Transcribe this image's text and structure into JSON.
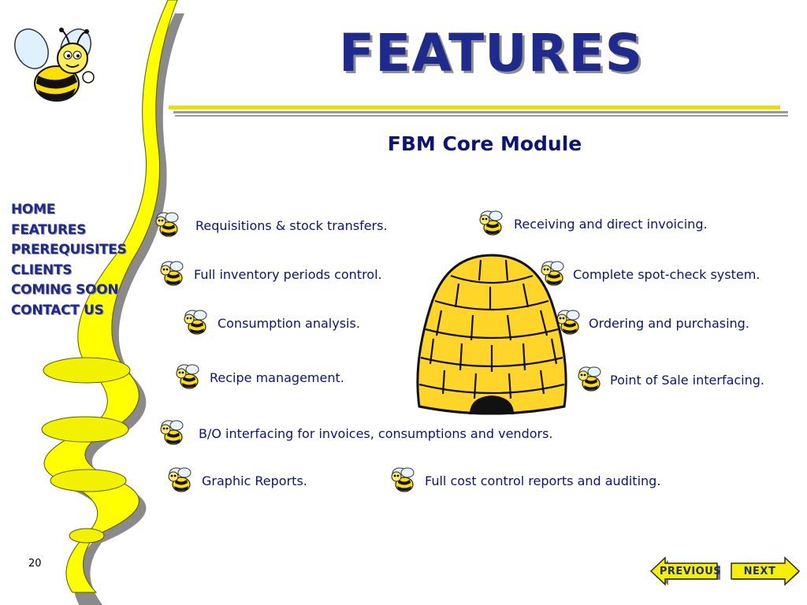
{
  "header": {
    "title": "FEATURES"
  },
  "subtitle": "FBM Core Module",
  "nav": {
    "items": [
      {
        "label": "HOME"
      },
      {
        "label": "FEATURES"
      },
      {
        "label": "PREREQUISITES"
      },
      {
        "label": "CLIENTS"
      },
      {
        "label": "COMING SOON"
      },
      {
        "label": "CONTACT US"
      }
    ]
  },
  "features": [
    {
      "label": "Requisitions & stock transfers."
    },
    {
      "label": "Receiving and direct invoicing."
    },
    {
      "label": "Full inventory periods control."
    },
    {
      "label": "Complete spot-check system."
    },
    {
      "label": "Consumption analysis."
    },
    {
      "label": "Ordering and purchasing."
    },
    {
      "label": "Recipe management."
    },
    {
      "label": "Point of Sale interfacing."
    },
    {
      "label": "B/O interfacing for invoices, consumptions and vendors."
    },
    {
      "label": "Graphic Reports."
    },
    {
      "label": "Full cost control reports and auditing."
    }
  ],
  "footer": {
    "page_number": "20",
    "previous_label": "PREVIOUS",
    "next_label": "NEXT"
  },
  "colors": {
    "title_blue": "#1e2a8c",
    "text_blue": "#0c1478",
    "ribbon_yellow": "#ffff00",
    "line_yellow": "#e8e000",
    "button_yellow": "#f5f000"
  },
  "icons": [
    "bee-mascot-icon",
    "bee-bullet-icon",
    "beehive-icon",
    "arrow-left-icon",
    "arrow-right-icon"
  ]
}
